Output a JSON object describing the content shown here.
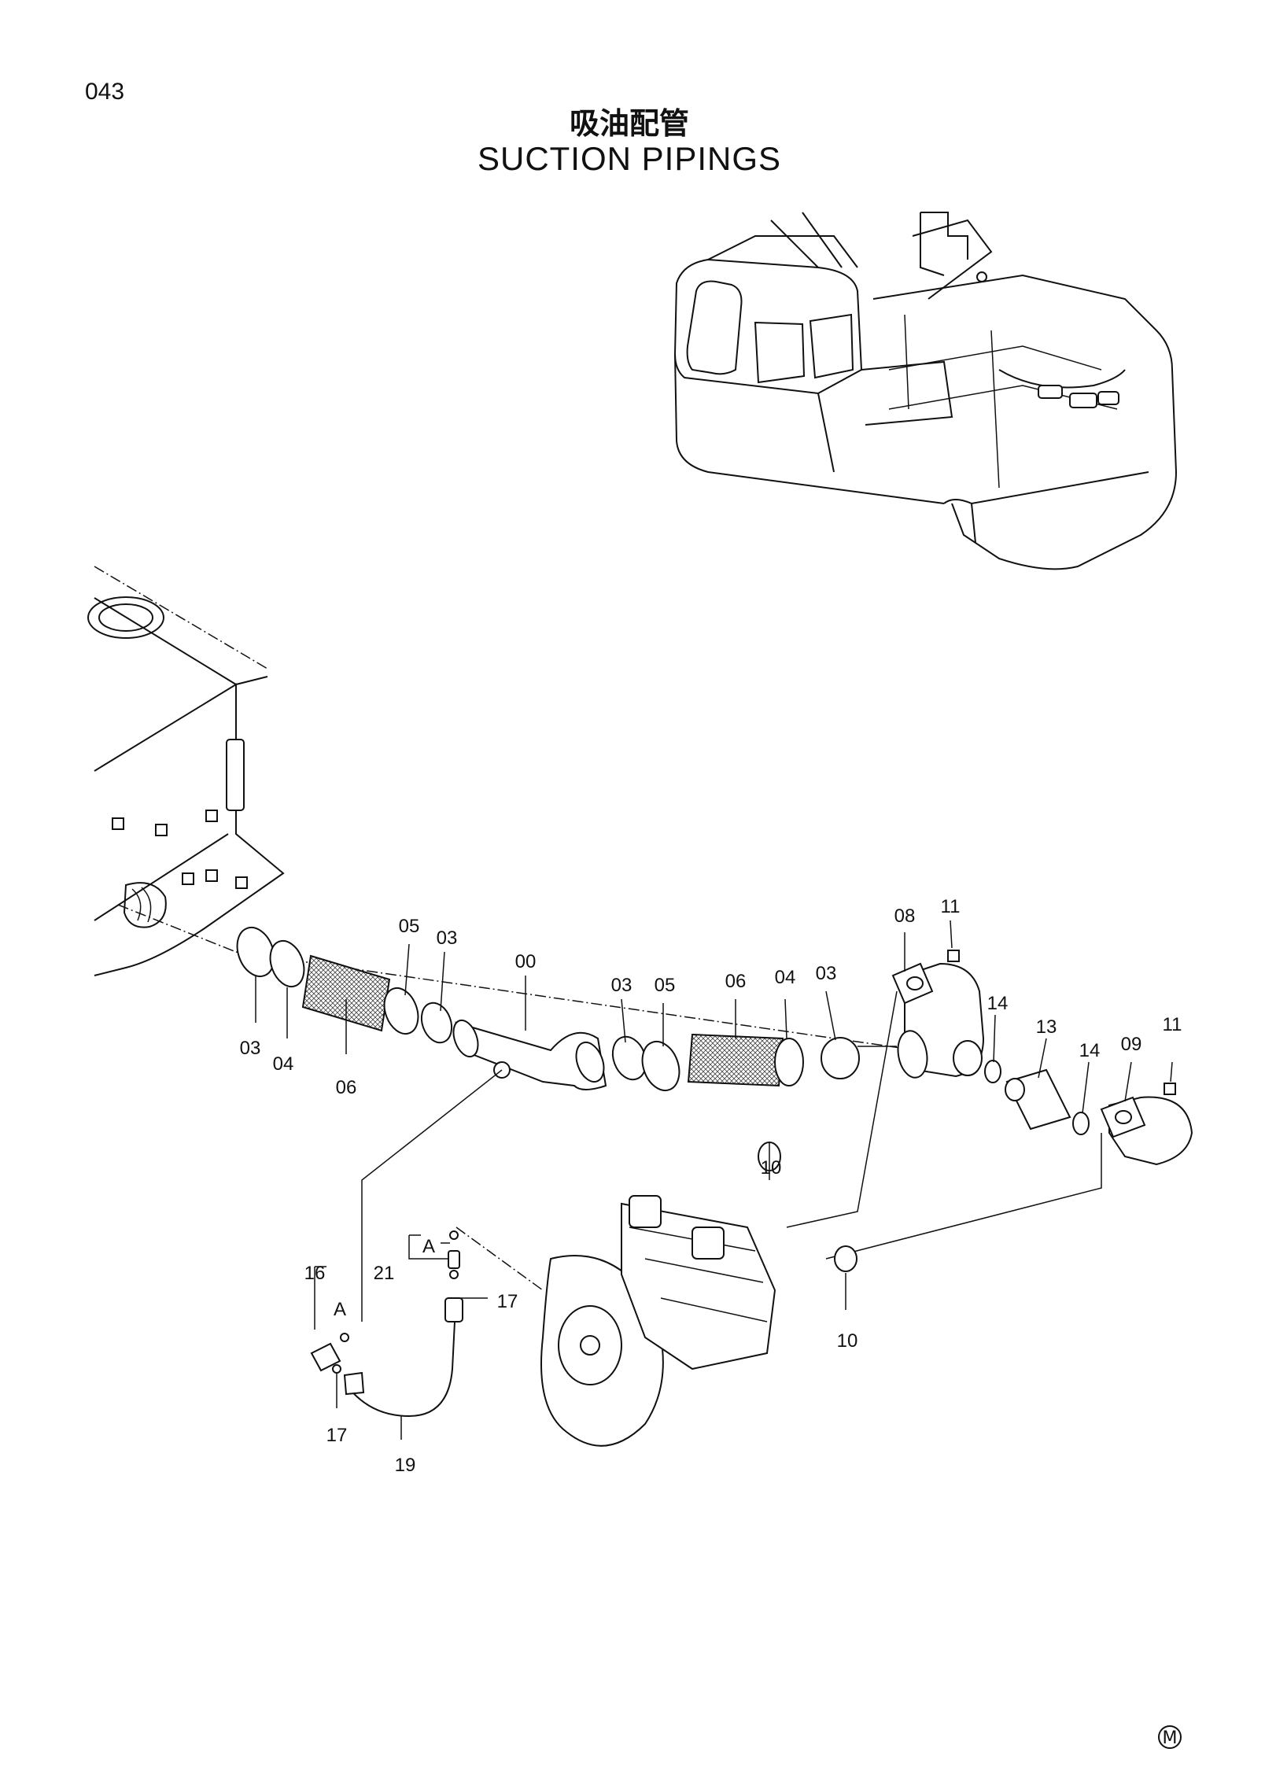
{
  "page_number": "043",
  "title_cn": "吸油配管",
  "title_en": "SUCTION  PIPINGS",
  "callouts": {
    "c05a": "05",
    "c03a": "03",
    "c03b": "03",
    "c04a": "04",
    "c06a": "06",
    "c00": "00",
    "c03c": "03",
    "c05b": "05",
    "c06b": "06",
    "c04b": "04",
    "c03d": "03",
    "c08": "08",
    "c11a": "11",
    "c14a": "14",
    "c13": "13",
    "c14b": "14",
    "c09": "09",
    "c11b": "11",
    "c10a": "10",
    "c10b": "10",
    "c16": "16",
    "cA1": "A",
    "c21": "21",
    "cA2": "A",
    "c17a": "17",
    "c17b": "17",
    "c19": "19"
  },
  "mark": "M"
}
